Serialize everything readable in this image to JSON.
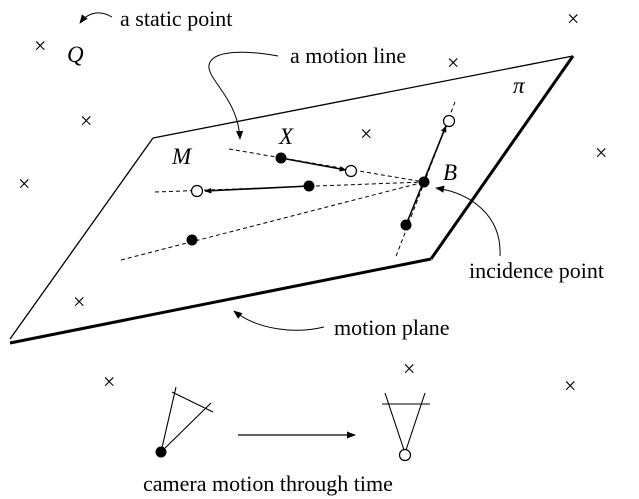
{
  "labels": {
    "static_point": "a static point",
    "motion_line": "a motion line",
    "incidence_point": "incidence point",
    "motion_plane": "motion plane",
    "camera_motion": "camera motion through time"
  },
  "symbols": {
    "Q": "Q",
    "pi": "π",
    "X": "X",
    "M": "M",
    "B": "B"
  },
  "marks": {
    "cross": "×"
  }
}
